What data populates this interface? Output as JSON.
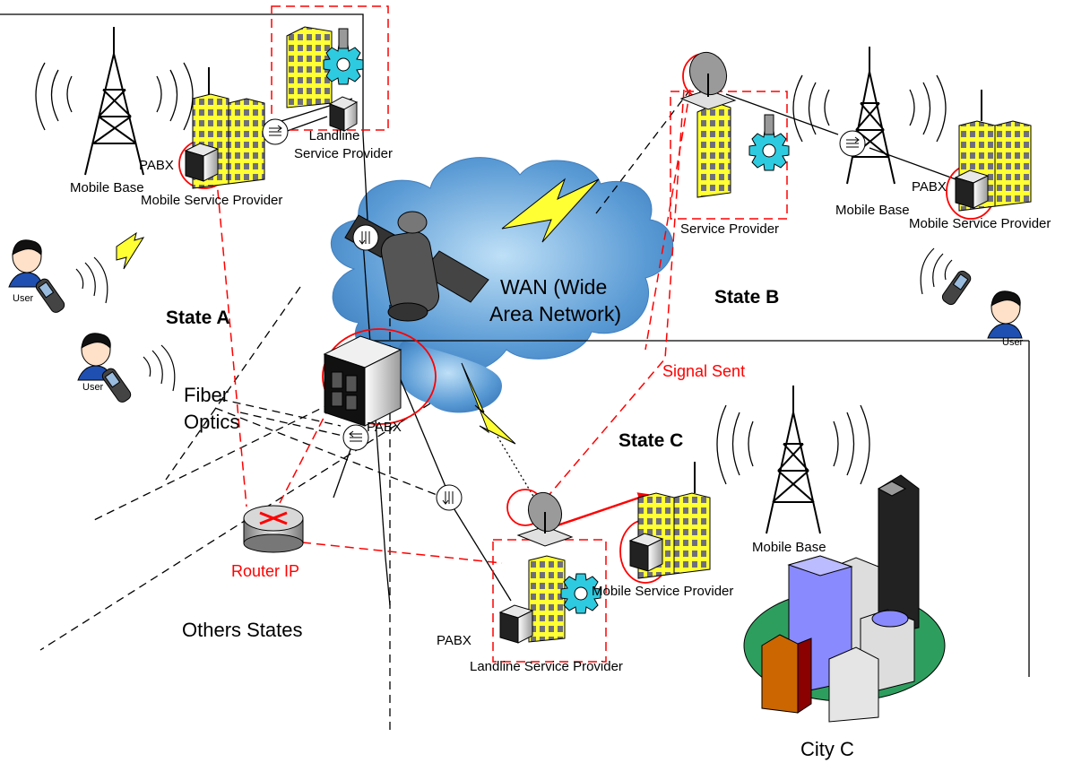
{
  "labels": {
    "landline_top": [
      "Landline",
      "Service Provider"
    ],
    "pabx_a": "PABX",
    "mobile_base_a": "Mobile Base",
    "mobile_provider_a": "Mobile Service Provider",
    "user_a1": "User",
    "user_a2": "User",
    "state_a": "State A",
    "fiber_optics": [
      "Fiber",
      "Optics"
    ],
    "pabx_center": "PABX",
    "router_ip": "Router IP",
    "others_states": "Others States",
    "wan": [
      "WAN (Wide",
      "Area Network)"
    ],
    "service_provider_b": "Service Provider",
    "mobile_base_b": "Mobile Base",
    "pabx_b": "PABX",
    "mobile_provider_b": "Mobile Service Provider",
    "state_b": "State B",
    "user_b": "User",
    "signal_sent": "Signal Sent",
    "state_c": "State C",
    "mobile_base_c": "Mobile Base",
    "mobile_provider_c": "Mobile Service Provider",
    "pabx_c": "PABX",
    "landline_c": "Landline Service Provider",
    "city_c": "City C"
  },
  "colors": {
    "building": "#ffff33",
    "cloud": "#5b9bd5",
    "gear": "#2ecbe0",
    "callout": "#ff0000",
    "city_ground": "#2e9e5e"
  }
}
